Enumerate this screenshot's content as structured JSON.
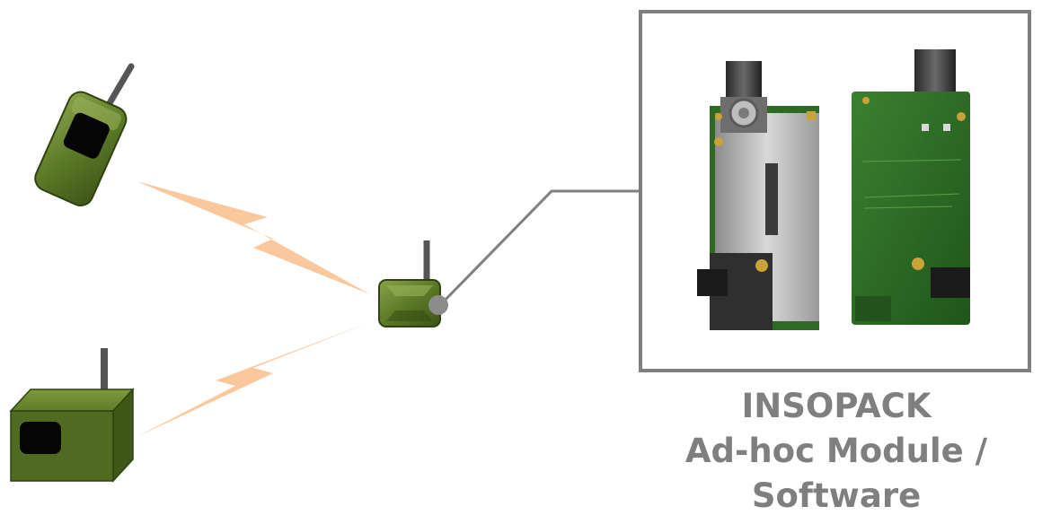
{
  "caption": {
    "line1": "INSOPACK",
    "line2": "Ad-hoc Module /",
    "line3": "Software"
  },
  "devices": [
    {
      "name": "handheld radio",
      "color": "#4e6b21"
    },
    {
      "name": "ad-hoc node",
      "color": "#4e6b21"
    },
    {
      "name": "base station box",
      "color": "#4e6b21"
    }
  ],
  "colors": {
    "device_green": "#4e6b21",
    "wireless_link": "#fbc79d",
    "connector_line": "#808080",
    "frame_border": "#7f7f7f",
    "caption_text": "#7f7f7f",
    "pcb_green": "#2e6a22"
  }
}
